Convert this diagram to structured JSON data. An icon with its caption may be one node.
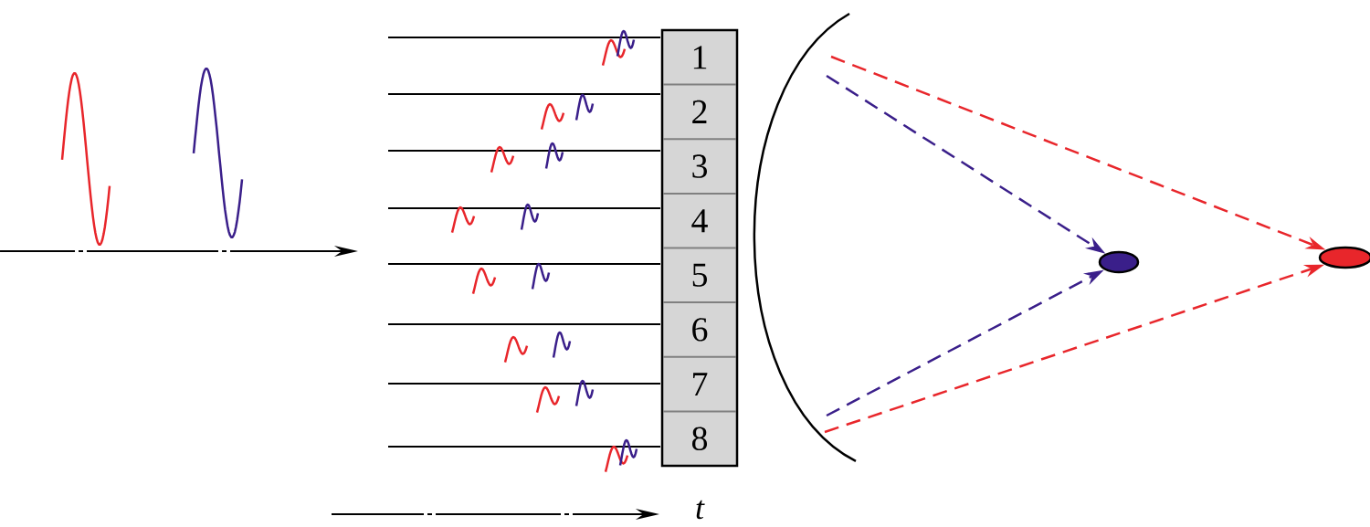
{
  "diagram": {
    "nodes": [
      {
        "text": [
          "1"
        ]
      },
      {
        "text": [
          "2"
        ]
      },
      {
        "text": [
          "3"
        ]
      },
      {
        "text": [
          "4"
        ]
      },
      {
        "text": [
          "5"
        ]
      },
      {
        "text": [
          "6"
        ]
      },
      {
        "text": [
          "7"
        ]
      },
      {
        "text": [
          "8"
        ]
      },
      {
        "text": [],
        "shape": "ellipse"
      },
      {
        "text": [],
        "shape": "ellipse"
      }
    ],
    "edges": [
      {
        "from": null,
        "to": 9,
        "arrow": "to",
        "style": "dashed",
        "color": "#e8262b"
      },
      {
        "from": null,
        "to": 8,
        "arrow": "to",
        "style": "dashed",
        "color": "#3a1f8a"
      },
      {
        "from": null,
        "to": 8,
        "arrow": "to",
        "style": "dashed",
        "color": "#3a1f8a"
      },
      {
        "from": null,
        "to": 9,
        "arrow": "to",
        "style": "dashed",
        "color": "#e8262b"
      }
    ],
    "labels": [
      "t"
    ]
  }
}
